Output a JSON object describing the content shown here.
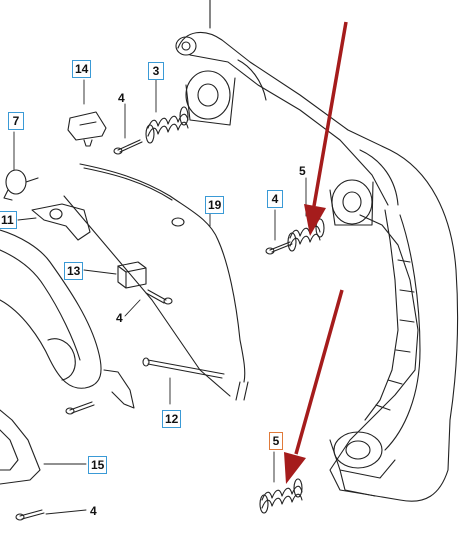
{
  "callouts": {
    "c14": "14",
    "c3": "3",
    "c4_top": "4",
    "c7": "7",
    "c11": "11",
    "c5_top": "5",
    "c4_mid": "4",
    "c19": "19",
    "c13": "13",
    "c4_left": "4",
    "c12": "12",
    "c5_bottom": "5",
    "c15": "15",
    "c4_bottom": "4"
  },
  "colors": {
    "line": "#222222",
    "arrow": "#a51c1c",
    "callout_border": "#3a9ad6",
    "highlight_border": "#e07a3a"
  }
}
